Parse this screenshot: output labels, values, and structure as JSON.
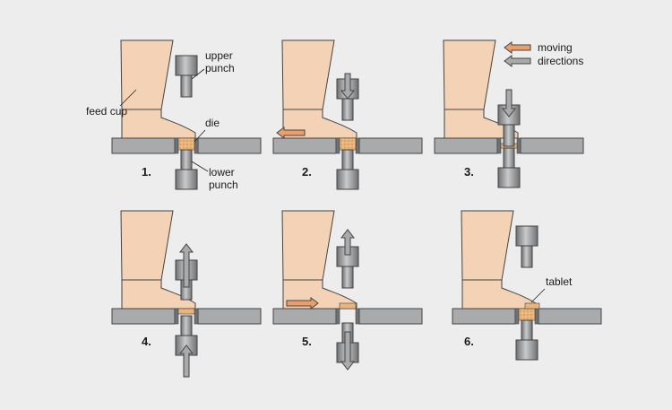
{
  "labels": {
    "feed_cup": "feed cup",
    "upper_punch_1": "upper",
    "upper_punch_2": "punch",
    "die": "die",
    "lower_punch_1": "lower",
    "lower_punch_2": "punch",
    "tablet": "tablet"
  },
  "legend": {
    "line1": "moving",
    "line2": "directions"
  },
  "steps": [
    "1.",
    "2.",
    "3.",
    "4.",
    "5.",
    "6."
  ],
  "colors": {
    "background": "#ededed",
    "feed_cup": "#f4d2b5",
    "outline": "#444444",
    "steel": "#a9aaac",
    "steel_dark": "#6f7173",
    "powder": "#eab57a",
    "arrow_orange": "#ec9e6a",
    "arrow_gray": "#a9aaac"
  }
}
